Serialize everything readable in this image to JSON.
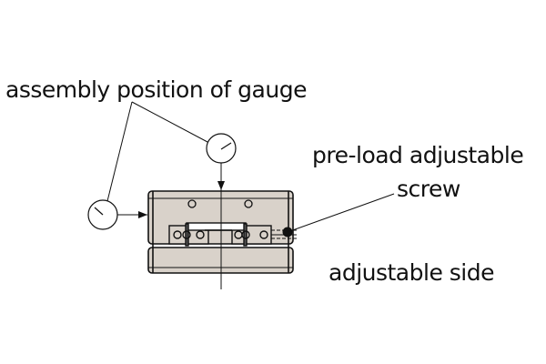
{
  "labels": {
    "gauge_position": "assembly position of gauge",
    "preload_line1": "pre-load adjustable",
    "preload_line2": "screw",
    "adjustable_side": "adjustable side"
  },
  "colors": {
    "block_fill": "#d9d2ca",
    "line": "#111111"
  }
}
